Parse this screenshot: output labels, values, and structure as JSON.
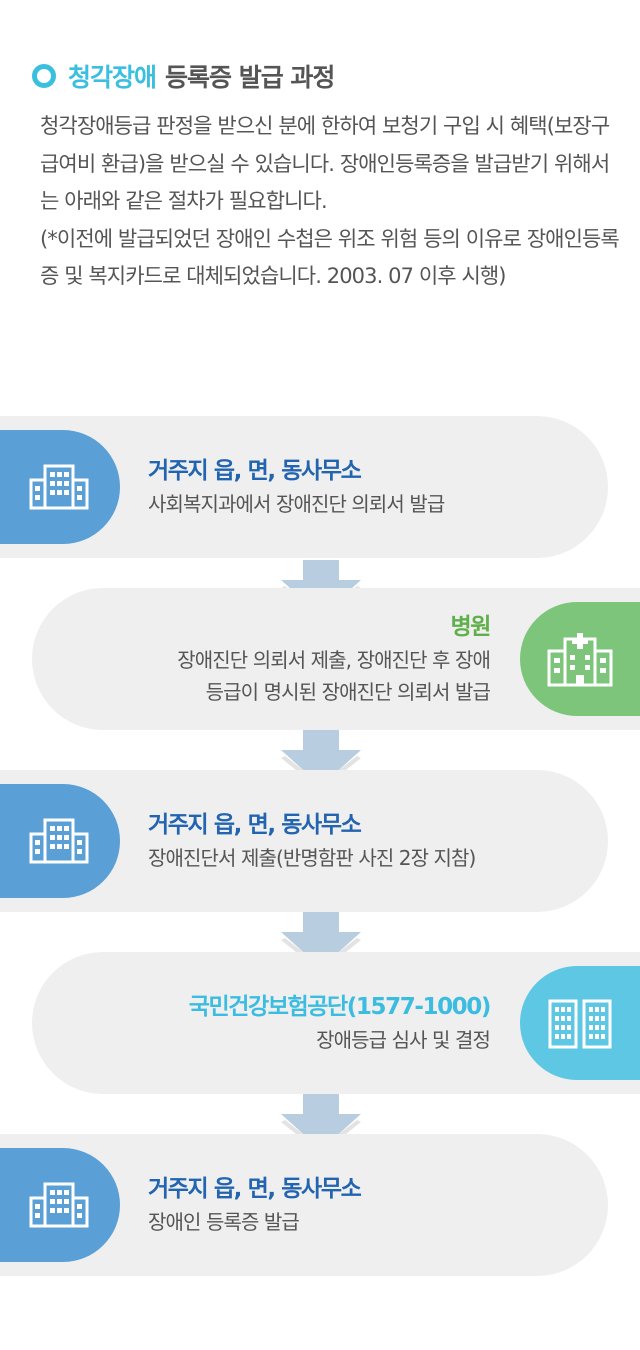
{
  "section": {
    "title_accent": "청각장애",
    "title_rest": "등록증 발급 과정"
  },
  "intro": {
    "paragraph1": "청각장애등급 판정을 받으신 분에 한하여 보청기 구입 시 혜택(보장구 급여비 환급)을 받으실 수 있습니다. 장애인등록증을 발급받기 위해서는 아래와 같은 절차가 필요합니다.",
    "paragraph2": "(*이전에 발급되었던 장애인 수첩은 위조 위험 등의 이유로 장애인등록증 및 복지카드로 대체되었습니다. 2003. 07 이후 시행)"
  },
  "steps": [
    {
      "title": "거주지 읍, 면, 동사무소",
      "desc": "사회복지과에서 장애진단 의뢰서 발급",
      "icon": "building-icon",
      "color": "#5aa0d6"
    },
    {
      "title": "병원",
      "desc1": "장애진단 의뢰서 제출, 장애진단 후 장애",
      "desc2": "등급이 명시된 장애진단 의뢰서 발급",
      "icon": "hospital-icon",
      "color": "#7cc57a"
    },
    {
      "title": "거주지 읍, 면, 동사무소",
      "desc": "장애진단서 제출(반명함판 사진 2장 지참)",
      "icon": "building-icon",
      "color": "#5aa0d6"
    },
    {
      "title": "국민건강보험공단(1577-1000)",
      "desc": "장애등급 심사 및 결정",
      "icon": "office-buildings-icon",
      "color": "#5ec8e4"
    },
    {
      "title": "거주지 읍, 면, 동사무소",
      "desc": "장애인 등록증 발급",
      "icon": "building-icon",
      "color": "#5aa0d6"
    }
  ]
}
